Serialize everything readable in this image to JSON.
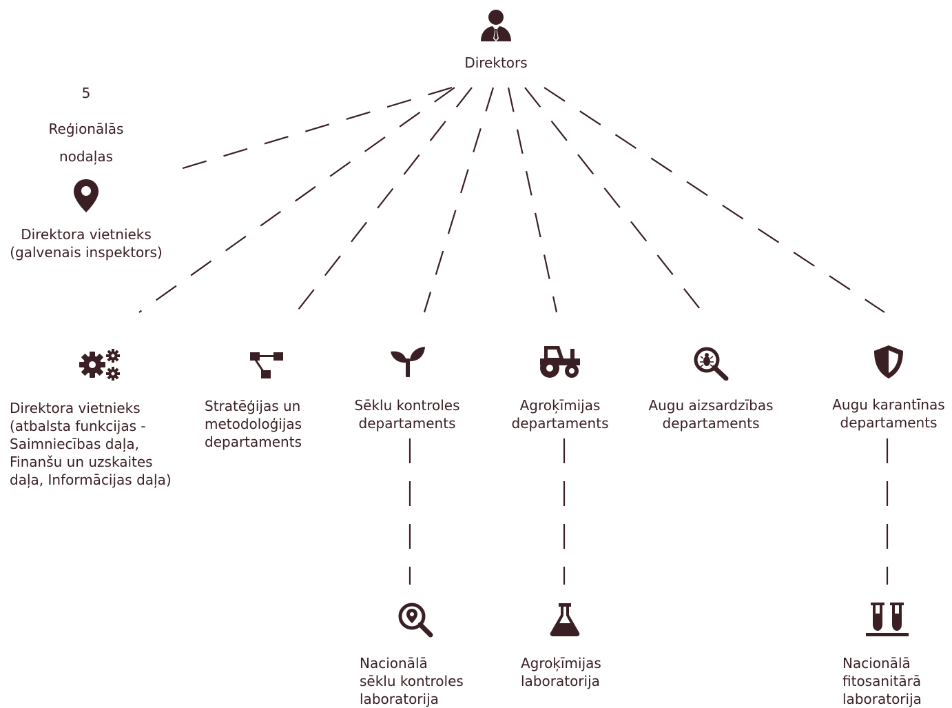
{
  "colors": {
    "ink": "#3a2024",
    "line": "#3a2024",
    "background": "#ffffff"
  },
  "director": {
    "label": "Direktors",
    "icon": "person-tie-icon"
  },
  "regional": {
    "count": "5",
    "line1": "Reģionālās",
    "line2": "nodaļas",
    "icon": "map-pin-icon",
    "deputy": "Direktora vietnieks\n(galvenais inspektors)"
  },
  "departments": [
    {
      "label": "Direktora vietnieks\n(atbalsta funkcijas -\nSaimniecības daļa,\nFinanšu un uzskaites\ndaļa, Informācijas daļa)",
      "icon": "gears-icon"
    },
    {
      "label": "Stratēģijas un\nmetodoloģijas\ndepartaments",
      "icon": "flow-diagram-icon"
    },
    {
      "label": "Sēklu kontroles\ndepartaments",
      "icon": "seedling-icon"
    },
    {
      "label": "Agroķīmijas\ndepartaments",
      "icon": "tractor-icon"
    },
    {
      "label": "Augu aizsardzības\ndepartaments",
      "icon": "bug-magnifier-icon"
    },
    {
      "label": "Augu karantīnas\ndepartaments",
      "icon": "shield-icon"
    }
  ],
  "laboratories": [
    {
      "label": "Nacionālā\nsēklu kontroles\nlaboratorija",
      "icon": "search-location-icon"
    },
    {
      "label": "Agroķīmijas\nlaboratorija",
      "icon": "flask-icon"
    },
    {
      "label": "Nacionālā\nfitosanitārā\nlaboratorija",
      "icon": "test-tubes-icon"
    }
  ]
}
